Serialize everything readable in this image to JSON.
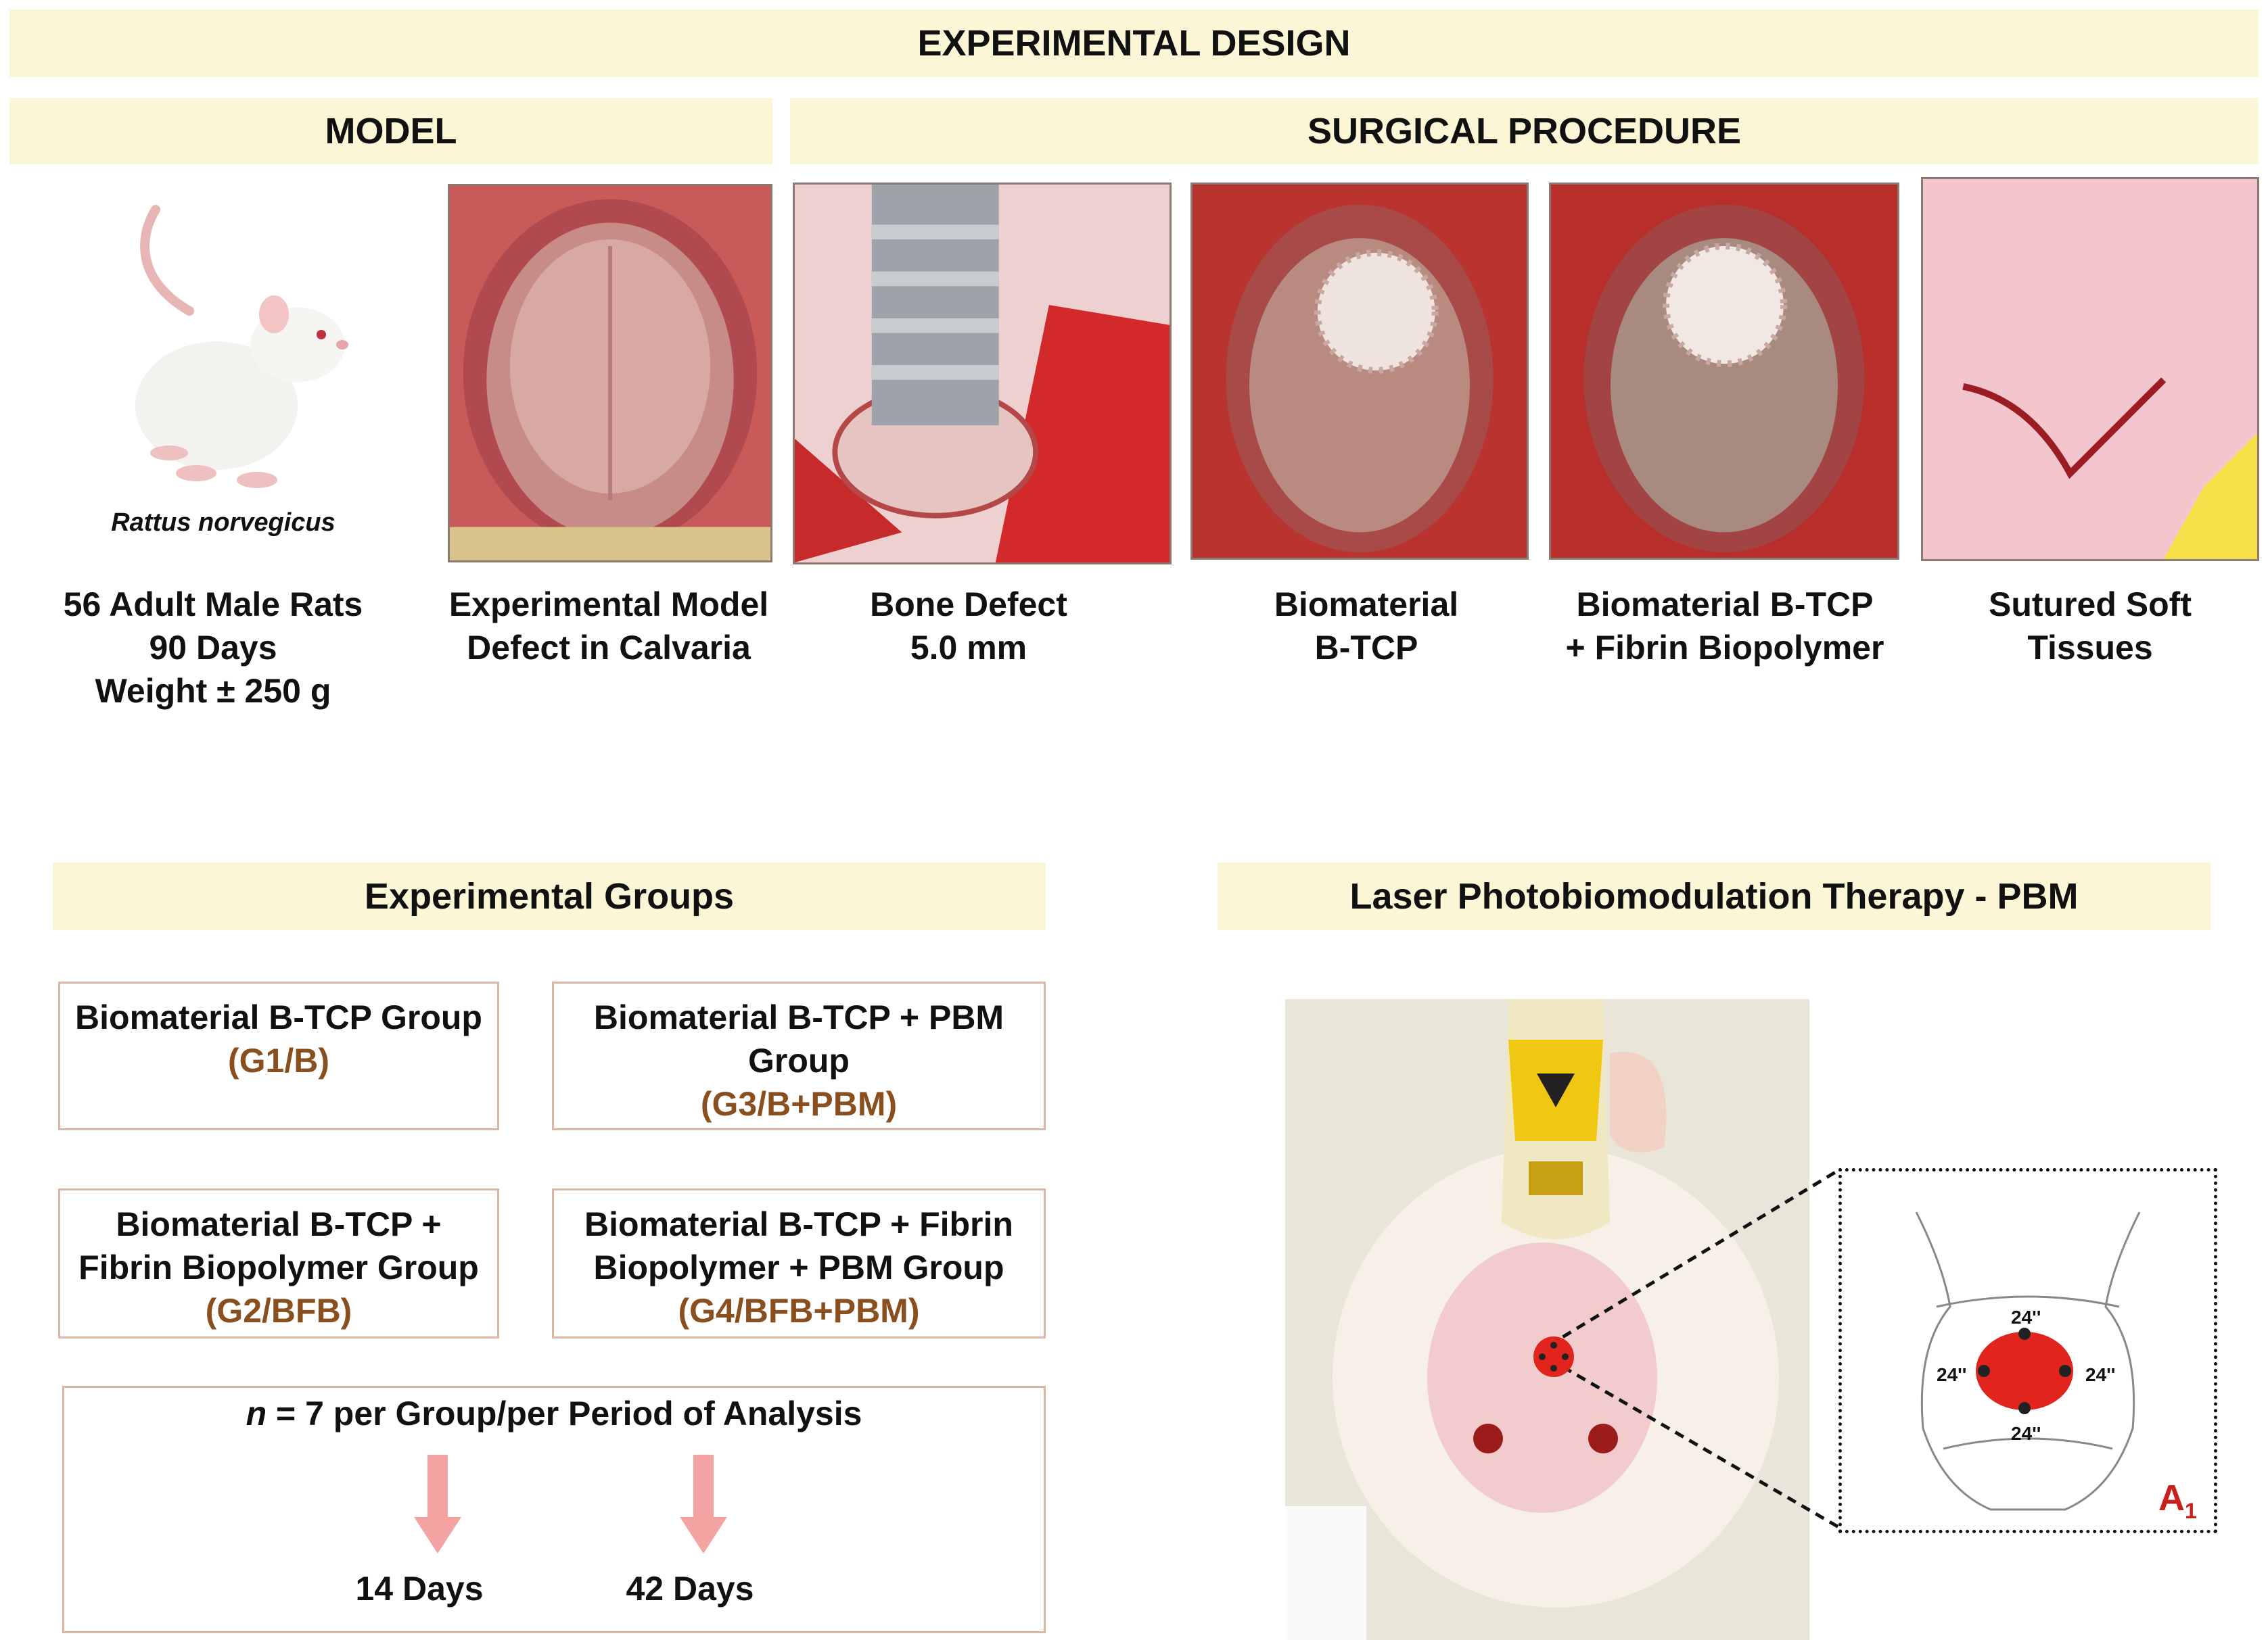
{
  "header": {
    "title": "EXPERIMENTAL DESIGN"
  },
  "sections": {
    "model": "MODEL",
    "surgical": "SURGICAL PROCEDURE"
  },
  "model": {
    "species": "Rattus norvegicus",
    "rats_caption": [
      "56 Adult Male Rats",
      "90 Days",
      "Weight ± 250 g"
    ],
    "calvaria_caption": [
      "Experimental Model",
      "Defect in Calvaria"
    ]
  },
  "surgery": {
    "steps": [
      {
        "caption": [
          "Bone Defect",
          "5.0 mm"
        ]
      },
      {
        "caption": [
          "Biomaterial",
          "B-TCP"
        ]
      },
      {
        "caption": [
          "Biomaterial B-TCP",
          "+ Fibrin Biopolymer"
        ]
      },
      {
        "caption": [
          "Sutured Soft",
          "Tissues"
        ]
      }
    ]
  },
  "groups": {
    "title": "Experimental Groups",
    "items": [
      {
        "lines": [
          "Biomaterial B-TCP Group"
        ],
        "code": "(G1/B)"
      },
      {
        "lines": [
          "Biomaterial B-TCP + PBM",
          "Group"
        ],
        "code": "(G3/B+PBM)"
      },
      {
        "lines": [
          "Biomaterial B-TCP +",
          "Fibrin Biopolymer Group"
        ],
        "code": "(G2/BFB)"
      },
      {
        "lines": [
          "Biomaterial B-TCP + Fibrin",
          "Biopolymer + PBM Group"
        ],
        "code": "(G4/BFB+PBM)"
      }
    ],
    "sample": {
      "n": "n",
      "rest": " = 7 per Group/per Period of Analysis"
    },
    "periods": [
      "14 Days",
      "42 Days"
    ]
  },
  "pbm": {
    "title": "Laser Photobiomodulation Therapy - PBM",
    "time_label": "24''",
    "panel_label": "A",
    "panel_sub": "1"
  },
  "colors": {
    "banner": "#fbf7d6",
    "code_text": "#8a4f1e",
    "arrow": "#f4a3a3",
    "laser_red": "#e2241f",
    "panel_label": "#c8201c"
  }
}
